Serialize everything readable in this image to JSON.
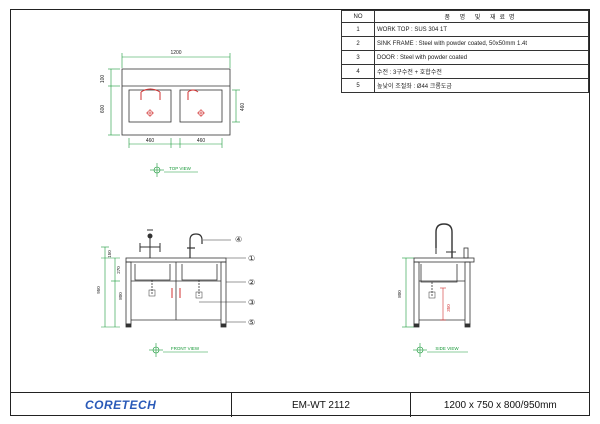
{
  "spec_table": {
    "header_no": "NO",
    "header_title": "품 명 및 재료명",
    "rows": [
      {
        "no": "1",
        "text": "WORK TOP : SUS 304 1T"
      },
      {
        "no": "2",
        "text": "SINK FRAME : Steel with powder coated, 50x50mm 1.4t"
      },
      {
        "no": "3",
        "text": "DOOR : Steel with powder coated"
      },
      {
        "no": "4",
        "text": "수전 : 3구수전 + 호합수전"
      },
      {
        "no": "5",
        "text": "높낮이 조절좌 : Ø44 크롬도금"
      }
    ]
  },
  "top_view": {
    "label": "TOP VIEW",
    "dims": {
      "width": "1200",
      "depth_top": "100",
      "depth": "600",
      "bowl_depth": "460",
      "bowl_w1": "460",
      "bowl_w2": "460"
    }
  },
  "front_view": {
    "label": "FRONT VIEW",
    "dims": {
      "h_top": "150",
      "h_mid": "270",
      "h_total": "950",
      "h_body": "800"
    },
    "callouts": [
      "④",
      "①",
      "②",
      "③",
      "⑤"
    ]
  },
  "side_view": {
    "label": "SIDE VIEW",
    "dims": {
      "h_body": "800",
      "inner": "350"
    }
  },
  "title_block": {
    "logo": "CORETECH",
    "model": "EM-WT 2112",
    "size": "1200 x 750 x 800/950mm"
  },
  "colors": {
    "line": "#333333",
    "dim": "#1a9a3a",
    "accent": "#d03030",
    "logo": "#2a5ab8"
  }
}
